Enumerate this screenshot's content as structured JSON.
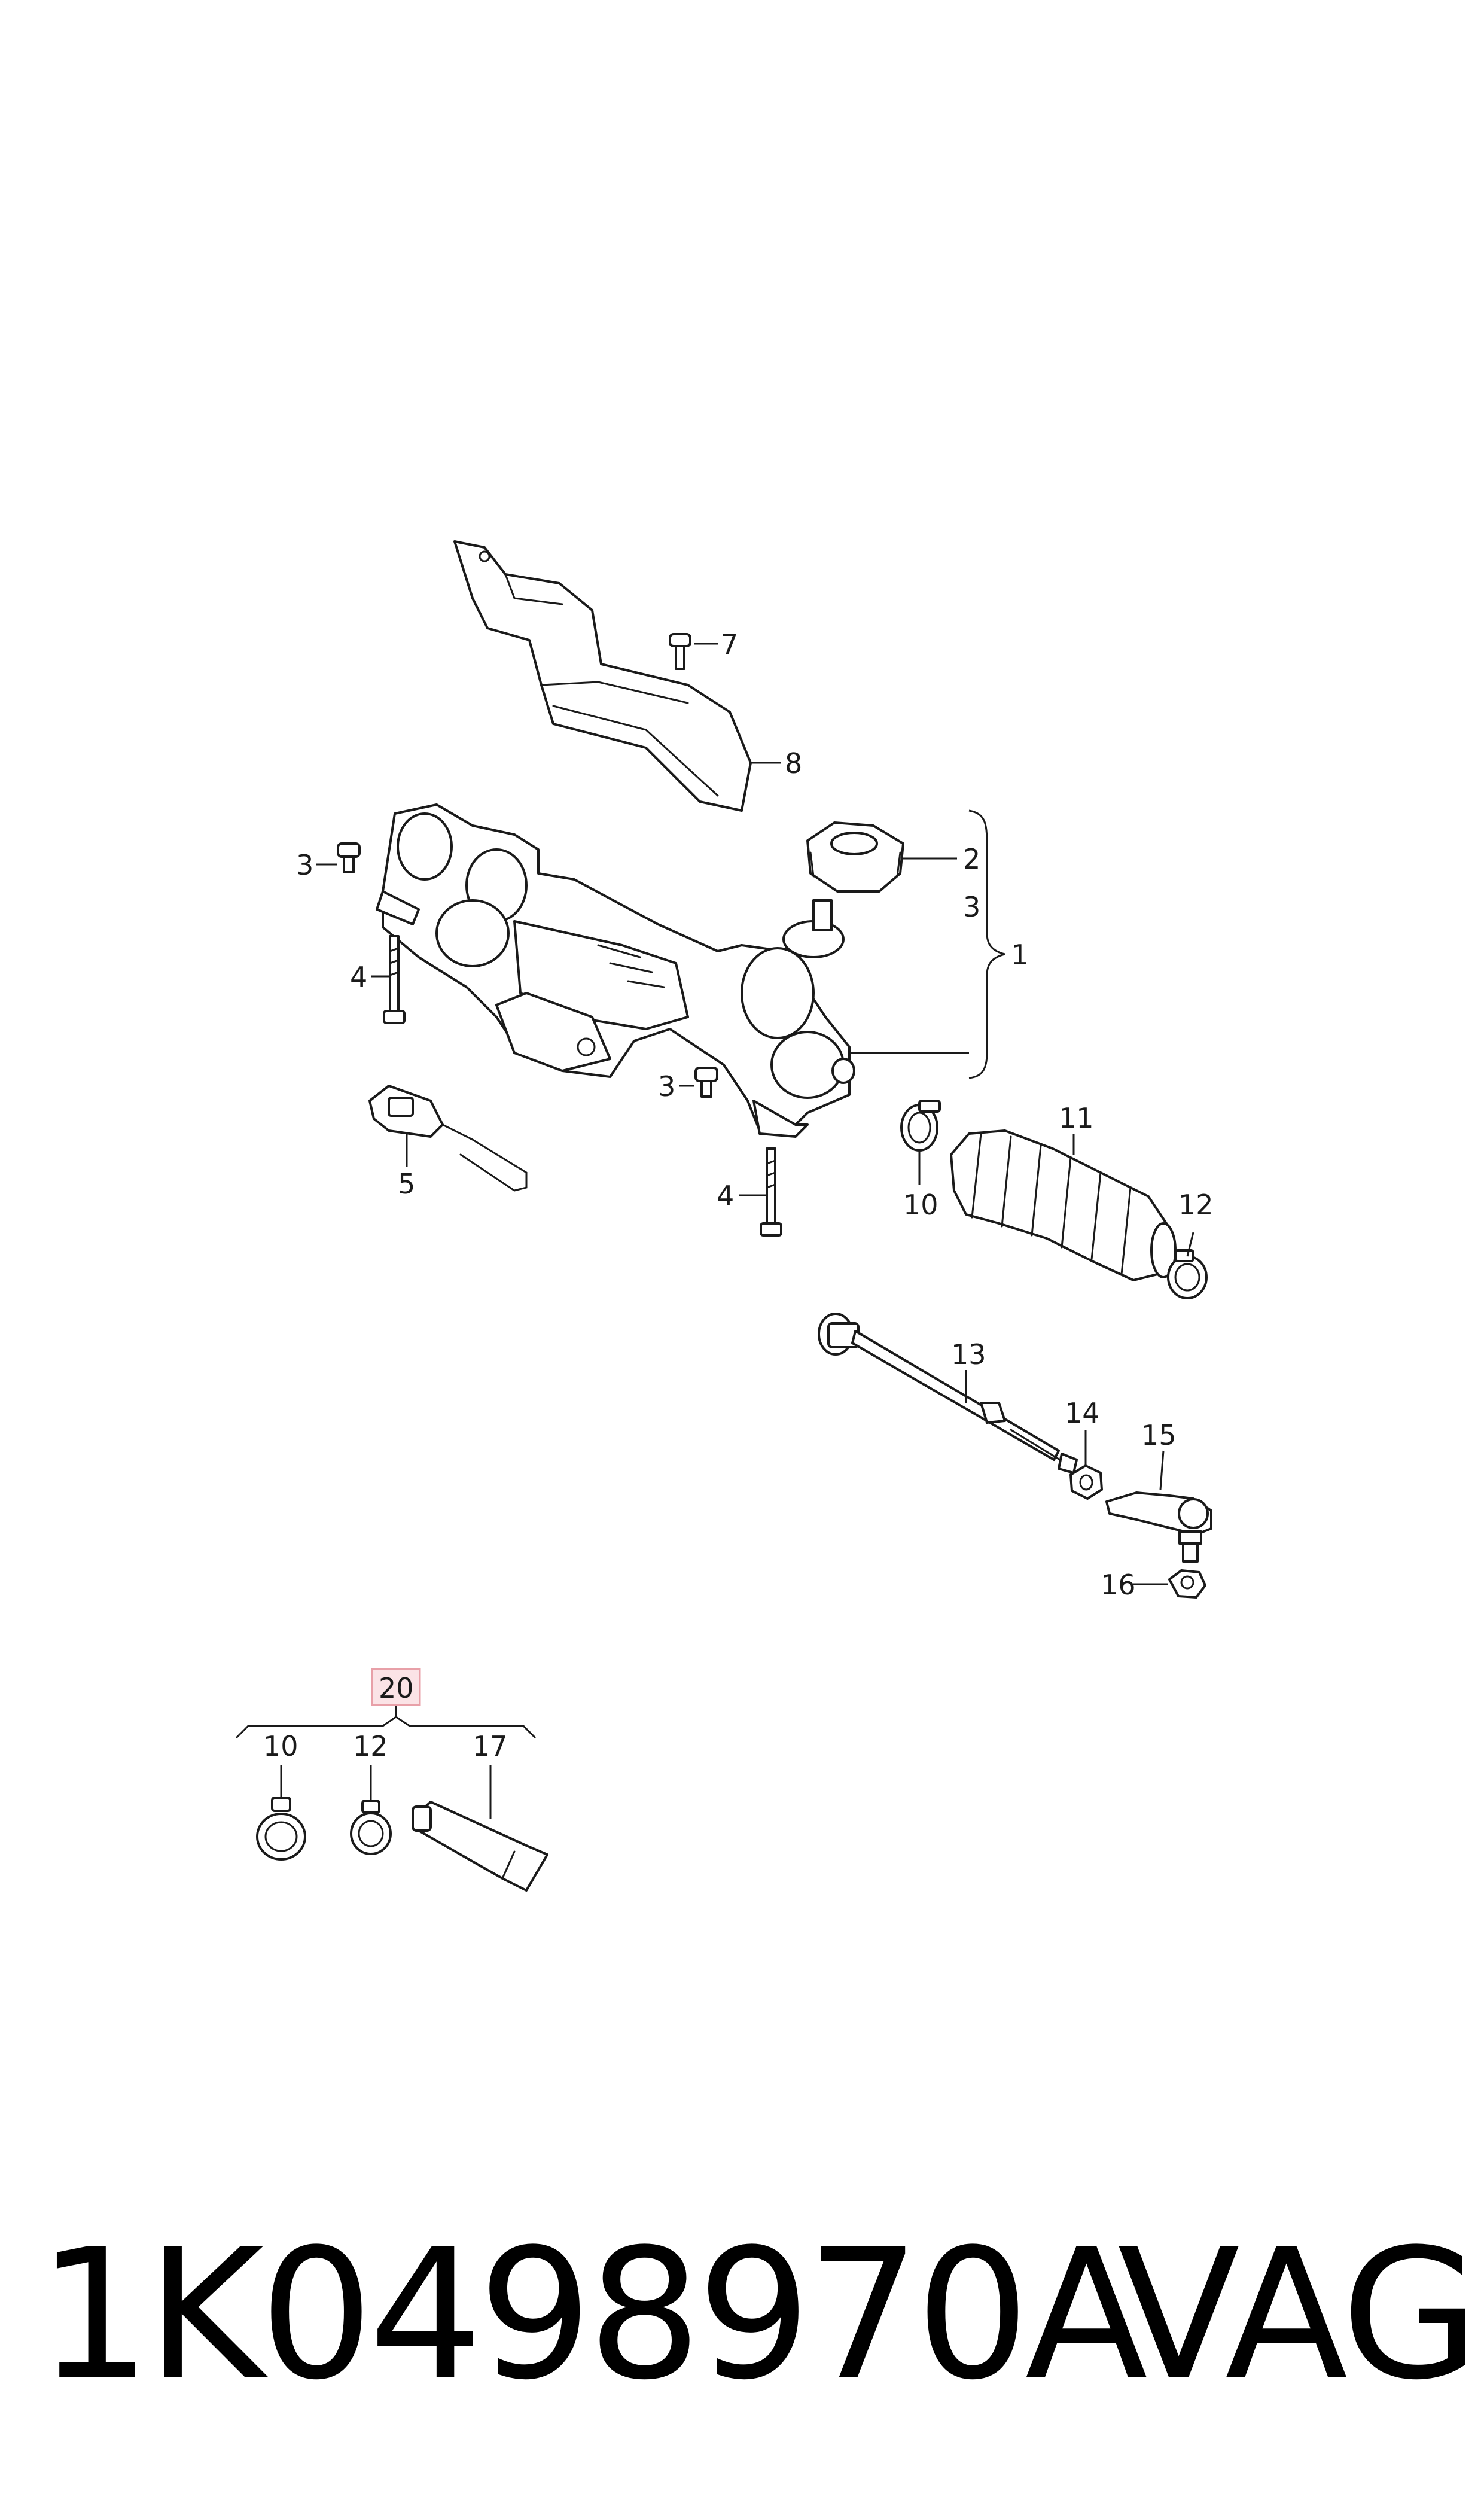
{
  "labels": {
    "l1": "1",
    "l2": "2",
    "l3a": "3",
    "l3b": "3",
    "l3c": "3",
    "l4a": "4",
    "l4b": "4",
    "l5": "5",
    "l7": "7",
    "l8": "8",
    "l10a": "10",
    "l11": "11",
    "l12a": "12",
    "l13": "13",
    "l14": "14",
    "l15": "15",
    "l16": "16",
    "l20": "20",
    "l10b": "10",
    "l12b": "12",
    "l17": "17"
  },
  "footer": {
    "part_number": "1K0498970A",
    "brand": "VAG"
  },
  "colors": {
    "highlight_box": "#e8a0a8",
    "highlight_fill": "#fbe3e6",
    "line": "#1a1a1a"
  }
}
